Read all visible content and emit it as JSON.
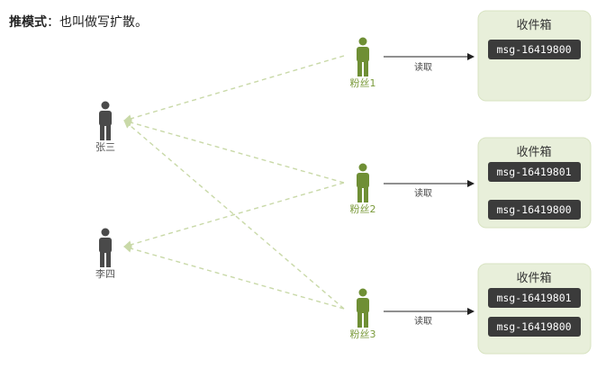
{
  "title": {
    "bold": "推模式",
    "rest": "：也叫做写扩散。"
  },
  "publishers": [
    {
      "name": "张三"
    },
    {
      "name": "李四"
    }
  ],
  "fans": [
    {
      "name": "粉丝1",
      "read_label": "读取",
      "inbox": {
        "title": "收件箱",
        "messages": [
          "msg-16419800"
        ]
      }
    },
    {
      "name": "粉丝2",
      "read_label": "读取",
      "inbox": {
        "title": "收件箱",
        "messages": [
          "msg-16419801",
          "msg-16419800"
        ]
      }
    },
    {
      "name": "粉丝3",
      "read_label": "读取",
      "inbox": {
        "title": "收件箱",
        "messages": [
          "msg-16419801",
          "msg-16419800"
        ]
      }
    }
  ],
  "colors": {
    "publisher": "#4a4a4a",
    "fan": "#6f8f35",
    "dashed_line": "#c9d9a8",
    "inbox_bg": "#e8efda",
    "msg_bg": "#3b3b3b"
  }
}
